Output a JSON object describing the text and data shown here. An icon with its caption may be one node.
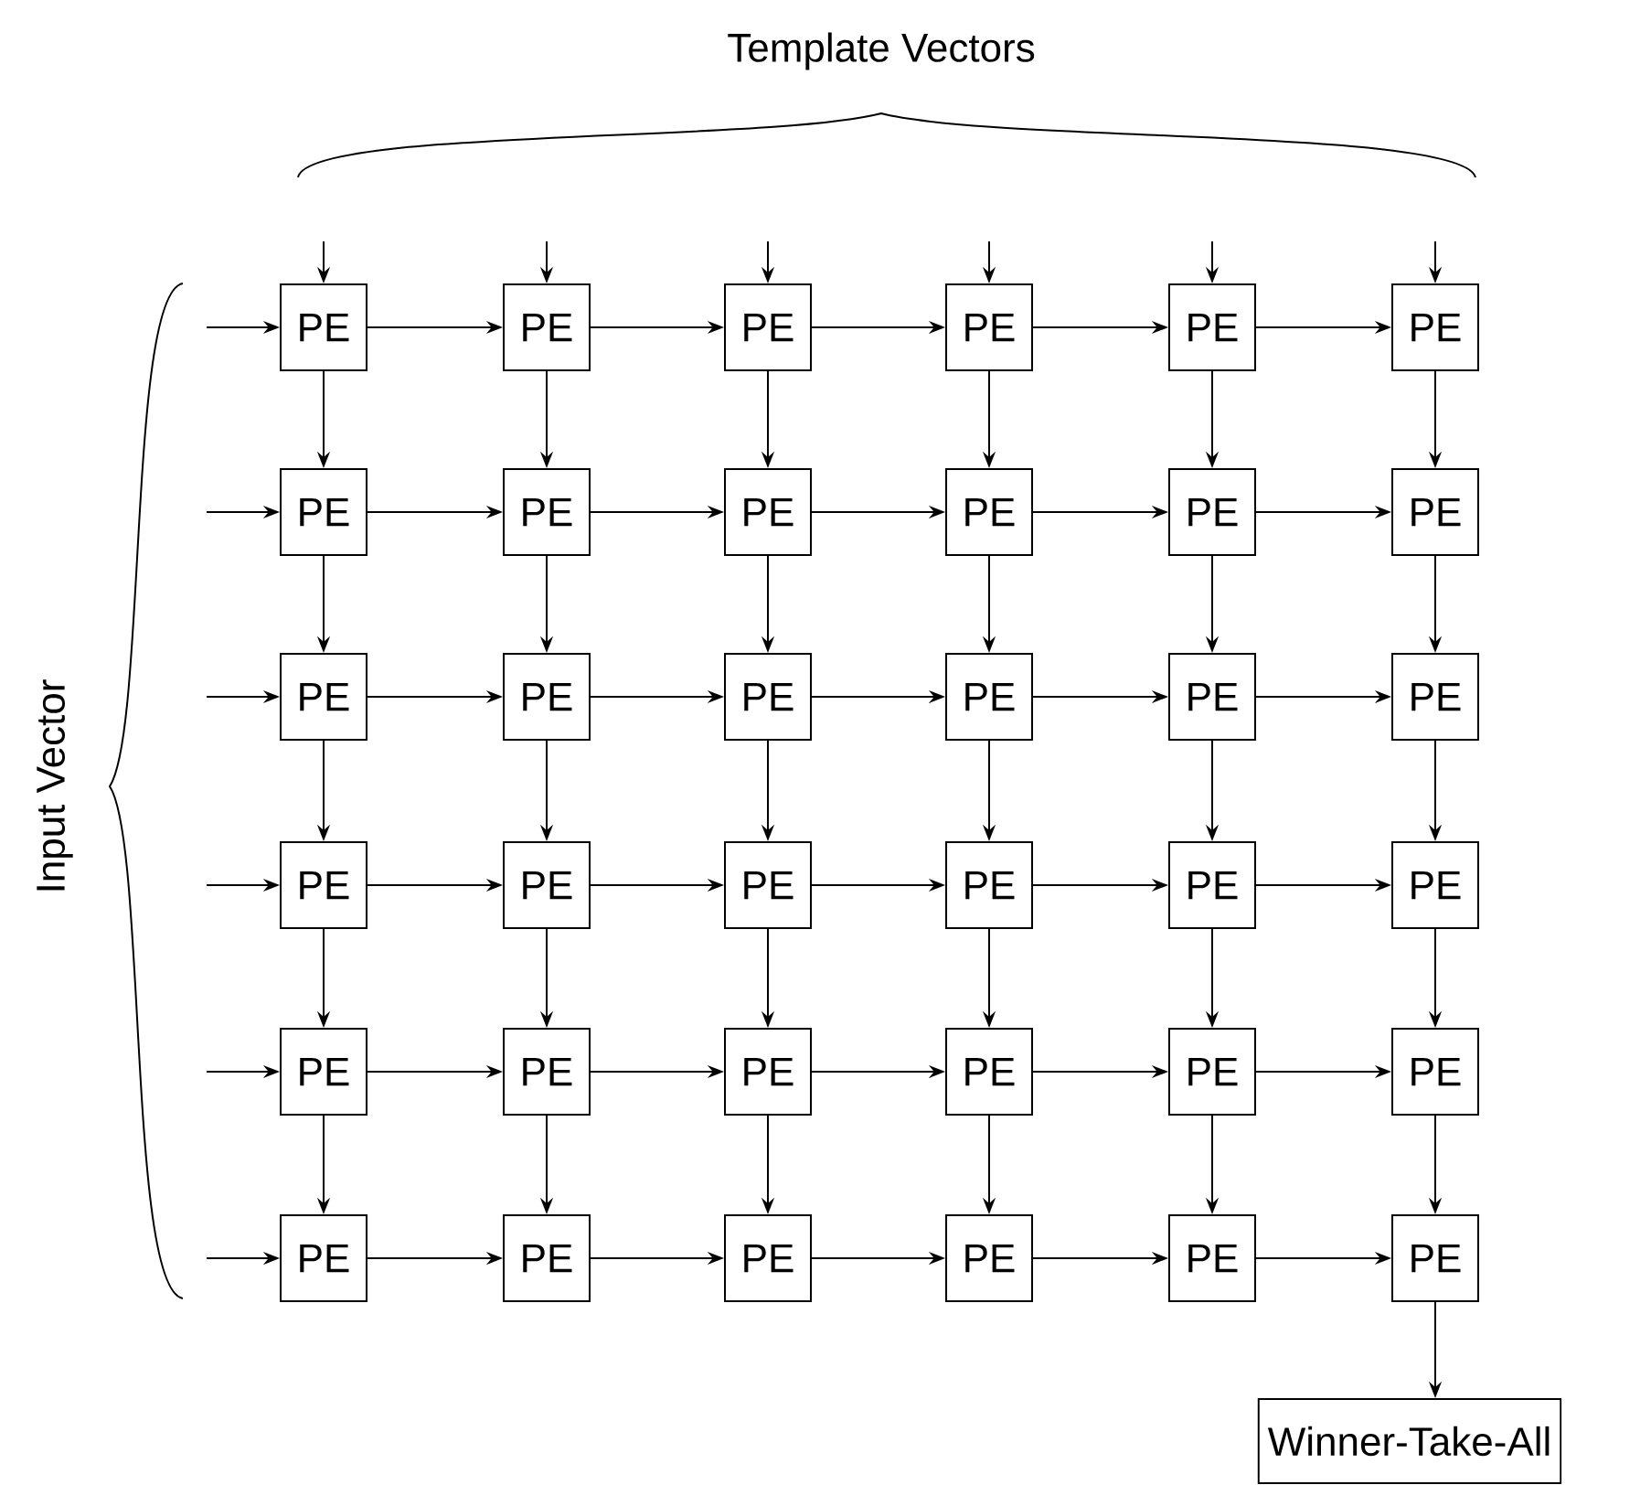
{
  "diagram": {
    "nodes": [
      {
        "text": [
          "PE"
        ]
      },
      {
        "text": [
          "PE"
        ]
      },
      {
        "text": [
          "PE"
        ]
      },
      {
        "text": [
          "PE"
        ]
      },
      {
        "text": [
          "PE"
        ]
      },
      {
        "text": [
          "PE"
        ]
      },
      {
        "text": [
          "PE"
        ]
      },
      {
        "text": [
          "PE"
        ]
      },
      {
        "text": [
          "PE"
        ]
      },
      {
        "text": [
          "PE"
        ]
      },
      {
        "text": [
          "PE"
        ]
      },
      {
        "text": [
          "PE"
        ]
      },
      {
        "text": [
          "PE"
        ]
      },
      {
        "text": [
          "PE"
        ]
      },
      {
        "text": [
          "PE"
        ]
      },
      {
        "text": [
          "PE"
        ]
      },
      {
        "text": [
          "PE"
        ]
      },
      {
        "text": [
          "PE"
        ]
      },
      {
        "text": [
          "PE"
        ]
      },
      {
        "text": [
          "PE"
        ]
      },
      {
        "text": [
          "PE"
        ]
      },
      {
        "text": [
          "PE"
        ]
      },
      {
        "text": [
          "PE"
        ]
      },
      {
        "text": [
          "PE"
        ]
      },
      {
        "text": [
          "PE"
        ]
      },
      {
        "text": [
          "PE"
        ]
      },
      {
        "text": [
          "PE"
        ]
      },
      {
        "text": [
          "PE"
        ]
      },
      {
        "text": [
          "PE"
        ]
      },
      {
        "text": [
          "PE"
        ]
      },
      {
        "text": [
          "PE"
        ]
      },
      {
        "text": [
          "PE"
        ]
      },
      {
        "text": [
          "PE"
        ]
      },
      {
        "text": [
          "PE"
        ]
      },
      {
        "text": [
          "PE"
        ]
      },
      {
        "text": [
          "PE"
        ]
      },
      {
        "text": [
          "Winner-Take-All"
        ]
      }
    ],
    "edges": [
      {
        "from": null,
        "to": 0,
        "arrow": "to"
      },
      {
        "from": null,
        "to": 1,
        "arrow": "to"
      },
      {
        "from": null,
        "to": 2,
        "arrow": "to"
      },
      {
        "from": null,
        "to": 3,
        "arrow": "to"
      },
      {
        "from": null,
        "to": 4,
        "arrow": "to"
      },
      {
        "from": null,
        "to": 5,
        "arrow": "to"
      },
      {
        "from": null,
        "to": 0,
        "arrow": "to"
      },
      {
        "from": null,
        "to": 6,
        "arrow": "to"
      },
      {
        "from": null,
        "to": 12,
        "arrow": "to"
      },
      {
        "from": null,
        "to": 18,
        "arrow": "to"
      },
      {
        "from": null,
        "to": 24,
        "arrow": "to"
      },
      {
        "from": null,
        "to": 30,
        "arrow": "to"
      },
      {
        "from": 0,
        "to": 1,
        "arrow": "to"
      },
      {
        "from": 1,
        "to": 2,
        "arrow": "to"
      },
      {
        "from": 2,
        "to": 3,
        "arrow": "to"
      },
      {
        "from": 3,
        "to": 4,
        "arrow": "to"
      },
      {
        "from": 4,
        "to": 5,
        "arrow": "to"
      },
      {
        "from": 6,
        "to": 7,
        "arrow": "to"
      },
      {
        "from": 7,
        "to": 8,
        "arrow": "to"
      },
      {
        "from": 8,
        "to": 9,
        "arrow": "to"
      },
      {
        "from": 9,
        "to": 10,
        "arrow": "to"
      },
      {
        "from": 10,
        "to": 11,
        "arrow": "to"
      },
      {
        "from": 12,
        "to": 13,
        "arrow": "to"
      },
      {
        "from": 13,
        "to": 14,
        "arrow": "to"
      },
      {
        "from": 14,
        "to": 15,
        "arrow": "to"
      },
      {
        "from": 15,
        "to": 16,
        "arrow": "to"
      },
      {
        "from": 16,
        "to": 17,
        "arrow": "to"
      },
      {
        "from": 18,
        "to": 19,
        "arrow": "to"
      },
      {
        "from": 19,
        "to": 20,
        "arrow": "to"
      },
      {
        "from": 20,
        "to": 21,
        "arrow": "to"
      },
      {
        "from": 21,
        "to": 22,
        "arrow": "to"
      },
      {
        "from": 22,
        "to": 23,
        "arrow": "to"
      },
      {
        "from": 24,
        "to": 25,
        "arrow": "to"
      },
      {
        "from": 25,
        "to": 26,
        "arrow": "to"
      },
      {
        "from": 26,
        "to": 27,
        "arrow": "to"
      },
      {
        "from": 27,
        "to": 28,
        "arrow": "to"
      },
      {
        "from": 28,
        "to": 29,
        "arrow": "to"
      },
      {
        "from": 30,
        "to": 31,
        "arrow": "to"
      },
      {
        "from": 31,
        "to": 32,
        "arrow": "to"
      },
      {
        "from": 32,
        "to": 33,
        "arrow": "to"
      },
      {
        "from": 33,
        "to": 34,
        "arrow": "to"
      },
      {
        "from": 34,
        "to": 35,
        "arrow": "to"
      },
      {
        "from": 0,
        "to": 6,
        "arrow": "to"
      },
      {
        "from": 6,
        "to": 12,
        "arrow": "to"
      },
      {
        "from": 12,
        "to": 18,
        "arrow": "to"
      },
      {
        "from": 18,
        "to": 24,
        "arrow": "to"
      },
      {
        "from": 24,
        "to": 30,
        "arrow": "to"
      },
      {
        "from": 1,
        "to": 7,
        "arrow": "to"
      },
      {
        "from": 7,
        "to": 13,
        "arrow": "to"
      },
      {
        "from": 13,
        "to": 19,
        "arrow": "to"
      },
      {
        "from": 19,
        "to": 25,
        "arrow": "to"
      },
      {
        "from": 25,
        "to": 31,
        "arrow": "to"
      },
      {
        "from": 2,
        "to": 8,
        "arrow": "to"
      },
      {
        "from": 8,
        "to": 14,
        "arrow": "to"
      },
      {
        "from": 14,
        "to": 20,
        "arrow": "to"
      },
      {
        "from": 20,
        "to": 26,
        "arrow": "to"
      },
      {
        "from": 26,
        "to": 32,
        "arrow": "to"
      },
      {
        "from": 3,
        "to": 9,
        "arrow": "to"
      },
      {
        "from": 9,
        "to": 15,
        "arrow": "to"
      },
      {
        "from": 15,
        "to": 21,
        "arrow": "to"
      },
      {
        "from": 21,
        "to": 27,
        "arrow": "to"
      },
      {
        "from": 27,
        "to": 33,
        "arrow": "to"
      },
      {
        "from": 4,
        "to": 10,
        "arrow": "to"
      },
      {
        "from": 10,
        "to": 16,
        "arrow": "to"
      },
      {
        "from": 16,
        "to": 22,
        "arrow": "to"
      },
      {
        "from": 22,
        "to": 28,
        "arrow": "to"
      },
      {
        "from": 28,
        "to": 34,
        "arrow": "to"
      },
      {
        "from": 5,
        "to": 11,
        "arrow": "to"
      },
      {
        "from": 11,
        "to": 17,
        "arrow": "to"
      },
      {
        "from": 17,
        "to": 23,
        "arrow": "to"
      },
      {
        "from": 23,
        "to": 29,
        "arrow": "to"
      },
      {
        "from": 29,
        "to": 35,
        "arrow": "to"
      },
      {
        "from": 35,
        "to": 36,
        "arrow": "to"
      }
    ],
    "labels": [
      "Template Vectors",
      "Input Vector"
    ]
  }
}
